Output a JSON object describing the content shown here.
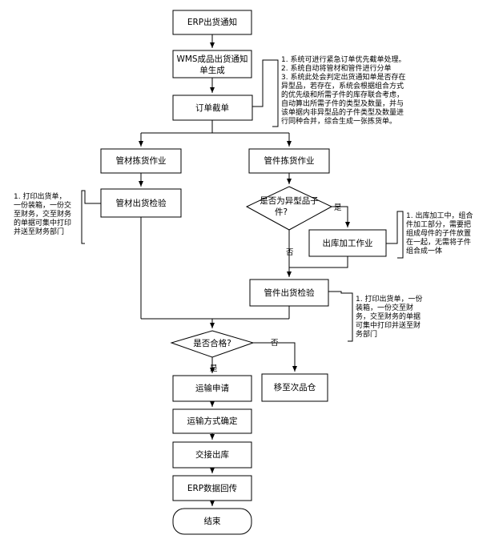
{
  "nodes": {
    "erp_notice": "ERP出货通知",
    "wms_line1": "WMS成品出货通知",
    "wms_line2": "单生成",
    "order_wave": "订单截单",
    "pipe_pick": "管材拣货作业",
    "fitting_pick": "管件拣货作业",
    "pipe_check": "管材出货检验",
    "decision_q_line1": "是否为异型品子",
    "decision_q_line2": "件?",
    "wh_process": "出库加工作业",
    "fitting_check": "管件出货检验",
    "qualified": "是否合格?",
    "ship_apply": "运输申请",
    "move_sub": "移至次品仓",
    "ship_mode": "运输方式确定",
    "handover": "交接出库",
    "erp_writeback": "ERP数据回传",
    "end": "结束"
  },
  "labels": {
    "yes_1": "是",
    "no_1": "否",
    "no_2": "否",
    "yes_2": "是"
  },
  "notes": {
    "order_note": [
      "1. 系统可进行紧急订单优先截单处理。",
      "2. 系统自动将管材和管件进行分单",
      "3. 系统此处会判定出货通知单是否存在",
      "异型品，若存在，系统会根据组合方式",
      "的优先级和所需子件的库存联合考虑，",
      "自动算出所需子件的类型及数量，并与",
      "该单据内非异型品的子件类型及数量进",
      "行同种合并，综合生成一张拣货单。"
    ],
    "pipe_note": [
      "1. 打印出货单，",
      "一份装箱，一份交",
      "至财务，交至财务",
      "的单据可集中打印",
      "并送至财务部门"
    ],
    "process_note": [
      "1. 出库加工中，组合",
      "件加工部分，需要把",
      "组成母件的子件放置",
      "在一起，无需将子件",
      "组合成一体"
    ],
    "fitting_note": [
      "1. 打印出货单，一份",
      "装箱，一份交至财",
      "务，交至财务的单据",
      "可集中打印并送至财",
      "务部门"
    ]
  }
}
